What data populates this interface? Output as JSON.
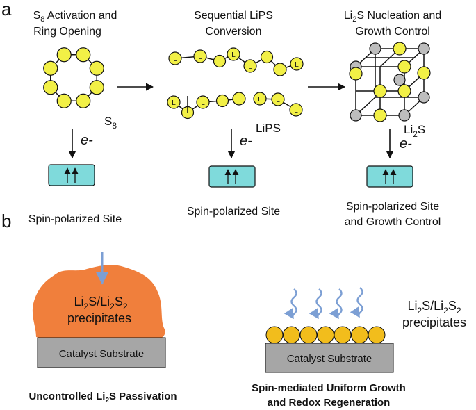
{
  "panel_a": {
    "label": "a",
    "col1": {
      "title_line1_prefix": "S",
      "title_line1_sub": "8",
      "title_line1_rest": " Activation and",
      "title_line2": "Ring Opening",
      "molecule_label": "S",
      "molecule_sub": "8",
      "electron": "e-",
      "site_label": "Spin-polarized Site"
    },
    "col2": {
      "title_line1": "Sequential LiPS",
      "title_line2": "Conversion",
      "molecule_label": "LiPS",
      "electron": "e-",
      "site_label": "Spin-polarized Site",
      "li_atom_label": "L"
    },
    "col3": {
      "title_line1_prefix": "Li",
      "title_line1_sub": "2",
      "title_line1_rest": "S Nucleation and",
      "title_line2": "Growth Control",
      "molecule_label": "Li",
      "molecule_sub": "2",
      "molecule_rest": "S",
      "electron": "e-",
      "site_label_line1": "Spin-polarized Site",
      "site_label_line2": "and Growth Control"
    }
  },
  "panel_b": {
    "label": "b",
    "left": {
      "precip_line1": "Li2S/Li2S2",
      "precip_line2": "precipitates",
      "substrate": "Catalyst Substrate",
      "caption_prefix": "Uncontrolled Li",
      "caption_sub": "2",
      "caption_rest": "S Passivation"
    },
    "right": {
      "precip_line1": "Li2S/Li2S2",
      "precip_line2": "precipitates",
      "substrate": "Catalyst Substrate",
      "caption_line1": "Spin-mediated Uniform Growth",
      "caption_line2": "and Redox Regeneration"
    }
  },
  "colors": {
    "sulfur": "#f2f046",
    "box": "#7fdadb",
    "blob": "#f07f3c",
    "substrate": "#a6a6a6",
    "particle": "#f2bd1c",
    "arrow_blue": "#7c9fd4",
    "cube_gray": "#bdbdbd"
  }
}
